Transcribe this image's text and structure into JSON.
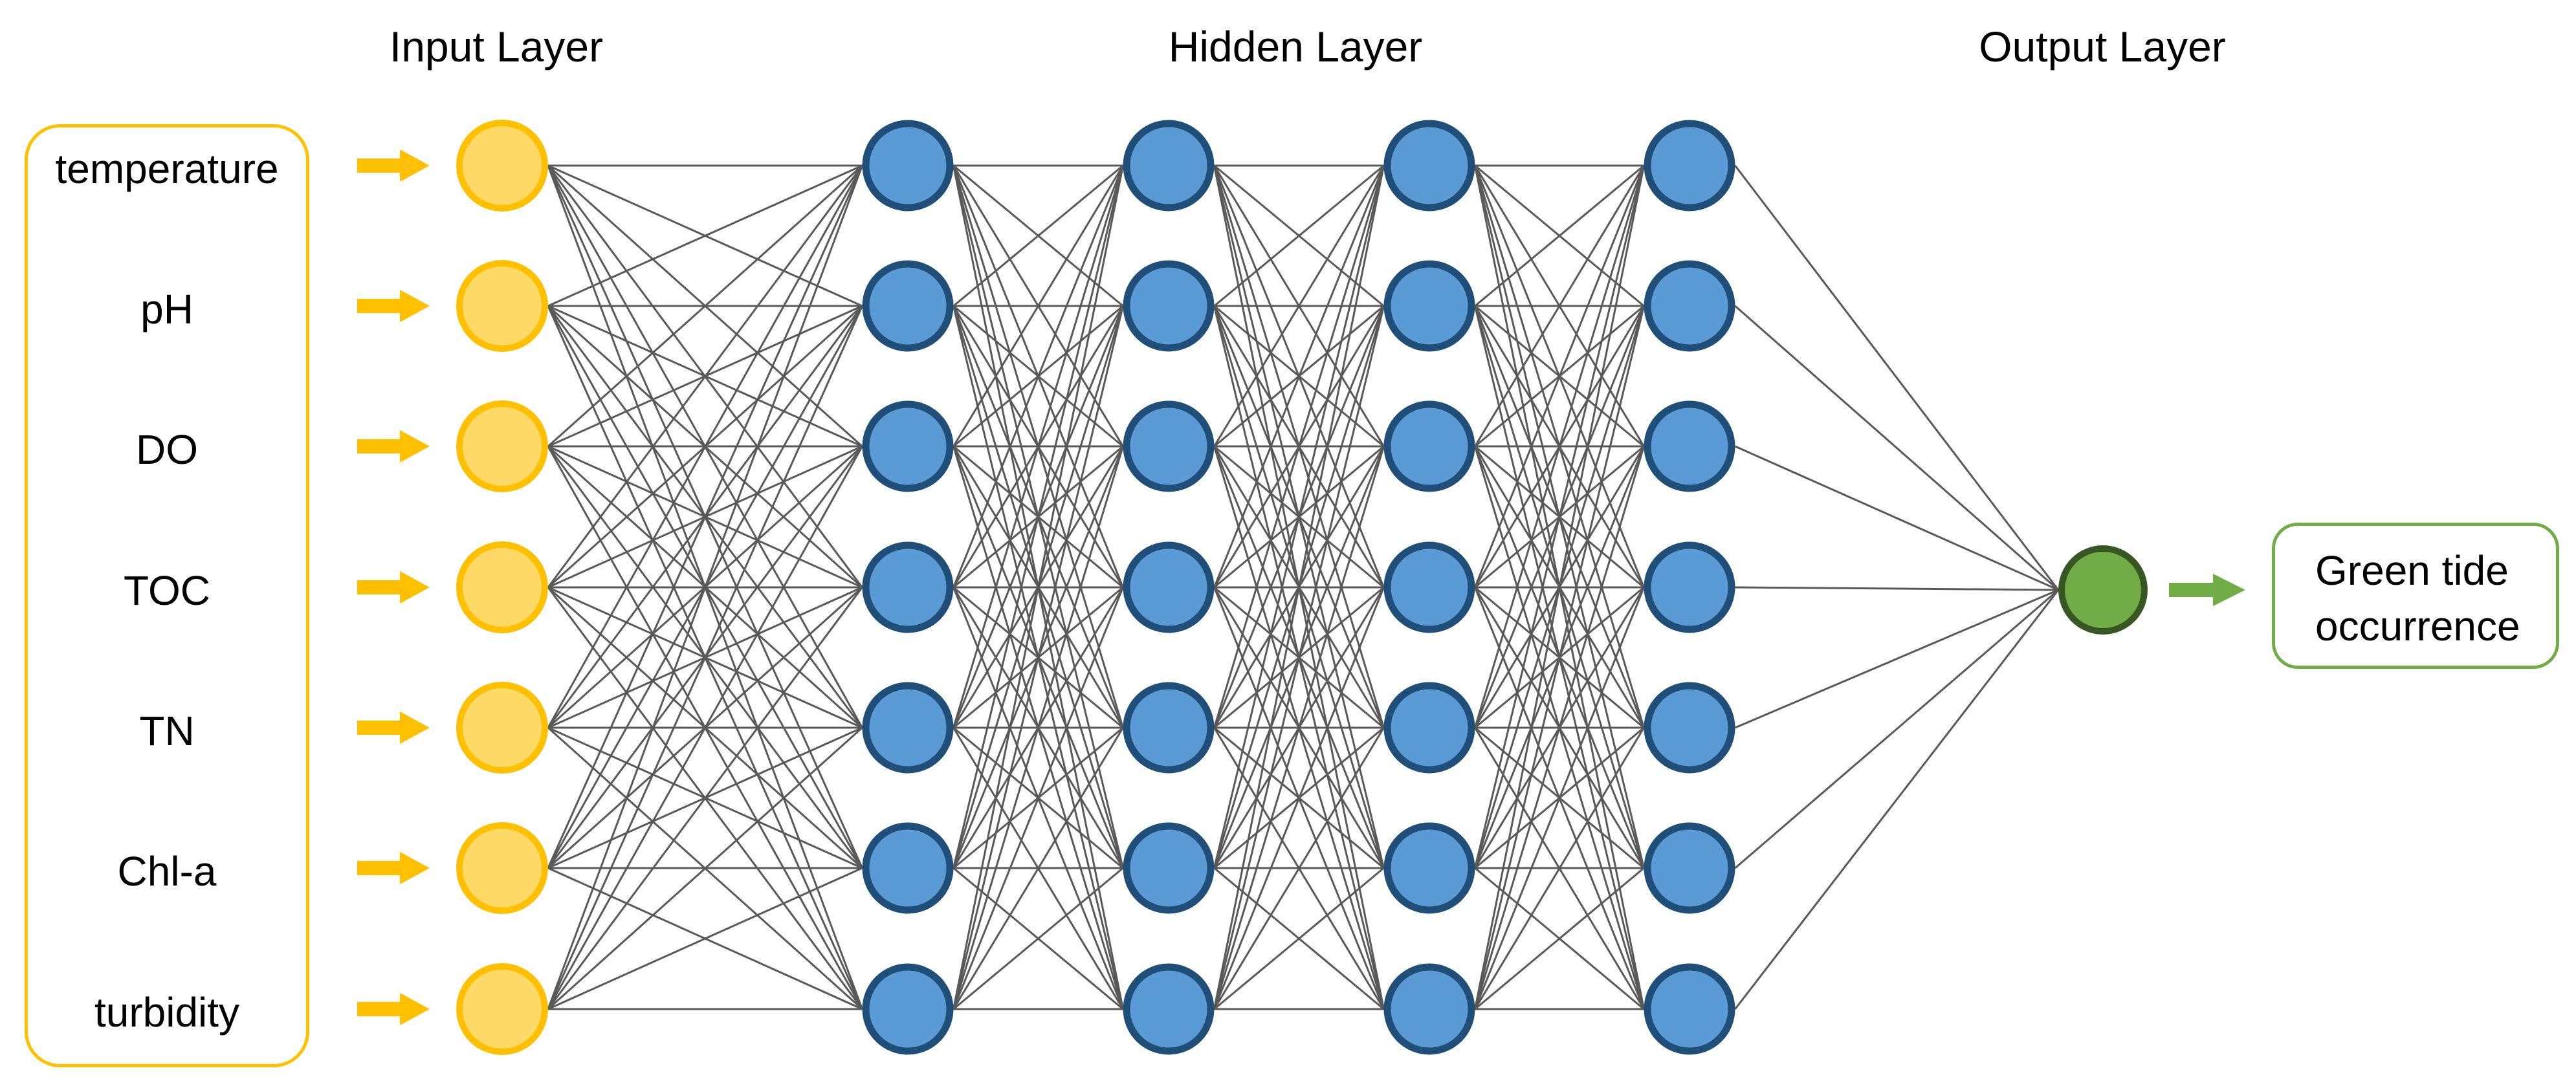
{
  "diagram": {
    "titles": {
      "input": "Input Layer",
      "hidden": "Hidden Layer",
      "output": "Output Layer"
    },
    "input_labels": [
      "temperature",
      "pH",
      "DO",
      "TOC",
      "TN",
      "Chl-a",
      "turbidity"
    ],
    "output_box_lines": [
      "Green tide",
      "occurrence"
    ],
    "structure": {
      "input_nodes": 7,
      "hidden_layers": 4,
      "nodes_per_hidden_layer": 7,
      "output_nodes": 1,
      "connectivity": "fully-connected"
    },
    "colors": {
      "background": "#FFFFFF",
      "text": "#000000",
      "input_node_fill": "#FFD966",
      "input_node_border": "#FFC000",
      "hidden_node_fill": "#5B9BD5",
      "hidden_node_border": "#1F4E79",
      "output_node_fill": "#70AD47",
      "output_node_border": "#375623",
      "connection_line": "#595959",
      "input_arrow": "#FFC000",
      "output_arrow": "#70AD47",
      "input_box_border": "#FFC000",
      "output_box_border": "#70AD47"
    }
  }
}
